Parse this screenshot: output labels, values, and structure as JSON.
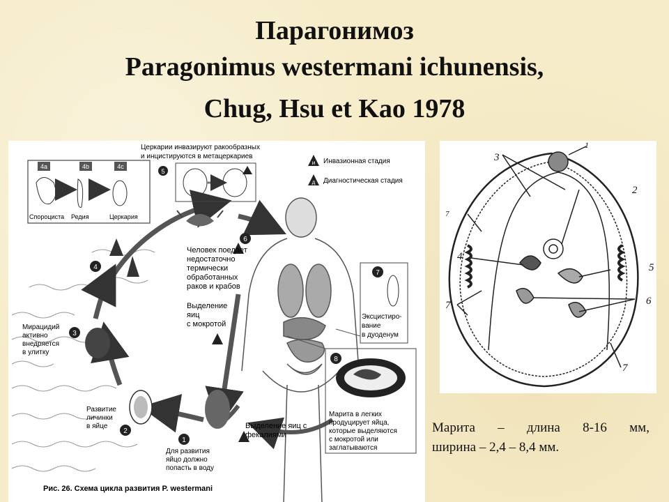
{
  "slide": {
    "title_line1": "Парагонимоз",
    "title_line2": "Paragonimus westermani ichunensis,",
    "title_line3": "Chug, Hsu et Kao 1978"
  },
  "lifecycle": {
    "legend_infective": "Инвазионная стадия",
    "legend_diagnostic": "Диагностическая стадия",
    "legend_i_symbol": "и",
    "legend_d_symbol": "д",
    "step4_sub": {
      "a_num": "4a",
      "b_num": "4b",
      "c_num": "4c",
      "a_label": "Спороциста",
      "b_label": "Редия",
      "c_label": "Церкария"
    },
    "step5_text_line1": "Церкарии инвазируют ракообразных",
    "step5_text_line2": "и инцистируются в метацеркариев",
    "step6_lines": [
      "Человек поедает",
      "недостаточно",
      "термически",
      "обработанных",
      "раков и крабов"
    ],
    "sputum_lines": [
      "Выделение",
      "яиц",
      "с мокротой"
    ],
    "step7_lines": [
      "Эксцистиро-",
      "вание",
      "в дуоденум"
    ],
    "step8_lines": [
      "Марита в легких",
      "продуцирует яйца,",
      "которые выделяются",
      "с мокротой или",
      "заглатываются"
    ],
    "feces_lines": [
      "Выделение яиц с",
      "фекалиями"
    ],
    "step1_lines": [
      "Для развития",
      "яйцо должно",
      "попасть в воду"
    ],
    "step2_lines": [
      "Развитие",
      "личинки",
      "в яйце"
    ],
    "step3_lines": [
      "Мирацидий",
      "активно",
      "внедряется",
      "в улитку"
    ],
    "figure_caption": "Рис. 26. Схема цикла развития P. westermani",
    "numbers": [
      "1",
      "2",
      "3",
      "4",
      "5",
      "6",
      "7",
      "8"
    ]
  },
  "marita": {
    "labels": [
      "1",
      "2",
      "3",
      "4",
      "5",
      "6",
      "7",
      "7",
      "7"
    ],
    "caption_line1_parts": [
      "Марита",
      "–",
      "длина",
      "8-16",
      "мм,"
    ],
    "caption_line2": "ширина – 2,4 – 8,4 мм."
  }
}
